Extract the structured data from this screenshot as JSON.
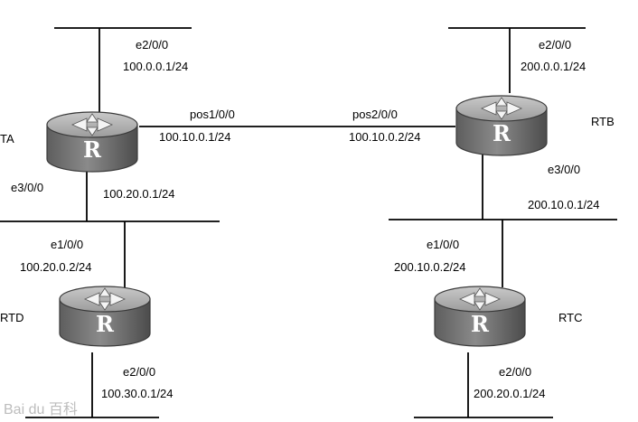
{
  "routers": [
    {
      "id": "RTA",
      "name": "TA",
      "symbol": "R"
    },
    {
      "id": "RTB",
      "name": "RTB",
      "symbol": "R"
    },
    {
      "id": "RTC",
      "name": "RTC",
      "symbol": "R"
    },
    {
      "id": "RTD",
      "name": "RTD",
      "symbol": "R"
    }
  ],
  "interfaces": {
    "rta_e200": "e2/0/0",
    "rta_e200_ip": "100.0.0.1/24",
    "rta_pos": "pos1/0/0",
    "rta_pos_ip": "100.10.0.1/24",
    "rta_e300": "e3/0/0",
    "rta_e300_ip": "100.20.0.1/24",
    "rtb_e200": "e2/0/0",
    "rtb_e200_ip": "200.0.0.1/24",
    "rtb_pos": "pos2/0/0",
    "rtb_pos_ip": "100.10.0.2/24",
    "rtb_e300": "e3/0/0",
    "rtb_e300_ip": "200.10.0.1/24",
    "rtd_e100": "e1/0/0",
    "rtd_e100_ip": "100.20.0.2/24",
    "rtd_e200": "e2/0/0",
    "rtd_e200_ip": "100.30.0.1/24",
    "rtc_e100": "e1/0/0",
    "rtc_e100_ip": "200.10.0.2/24",
    "rtc_e200": "e2/0/0",
    "rtc_e200_ip": "200.20.0.1/24"
  },
  "watermark": "Bai du 百科"
}
